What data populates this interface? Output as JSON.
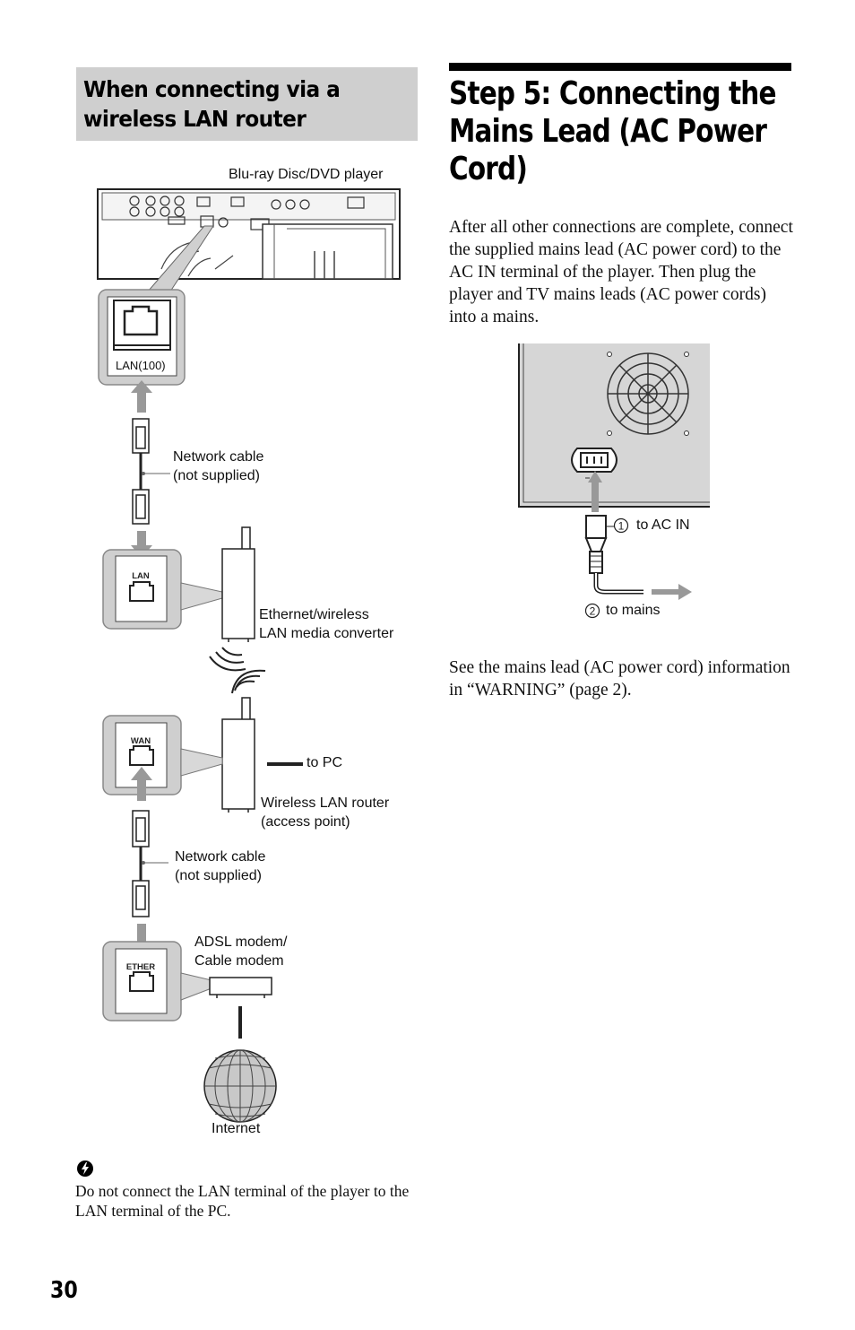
{
  "page_number": "30",
  "left": {
    "heading": "When connecting via a\nwireless LAN router",
    "labels": {
      "player": "Blu-ray Disc/DVD player",
      "lan_port": "LAN(100)",
      "cable1": "Network cable\n(not supplied)",
      "converter": "Ethernet/wireless\nLAN media converter",
      "lan_tag": "LAN",
      "wan_tag": "WAN",
      "to_pc": "to PC",
      "router": "Wireless LAN router\n(access point)",
      "cable2": "Network cable\n(not supplied)",
      "modem": "ADSL modem/\nCable modem",
      "ether_tag": "ETHER",
      "internet": "Internet"
    },
    "note_text": "Do not connect the LAN terminal of the player to the LAN terminal of the PC."
  },
  "right": {
    "title": "Step 5: Connecting the\nMains Lead (AC Power\nCord)",
    "paragraph": "After all other connections are complete, connect the supplied mains lead (AC power cord) to the AC IN terminal of the player. Then plug the player and TV mains leads (AC power cords) into a mains.",
    "step1_num": "1",
    "step1_label": "to AC IN",
    "step2_num": "2",
    "step2_label": "to mains",
    "see_text": "See the mains lead (AC power cord) information in “WARNING” (page 2)."
  }
}
